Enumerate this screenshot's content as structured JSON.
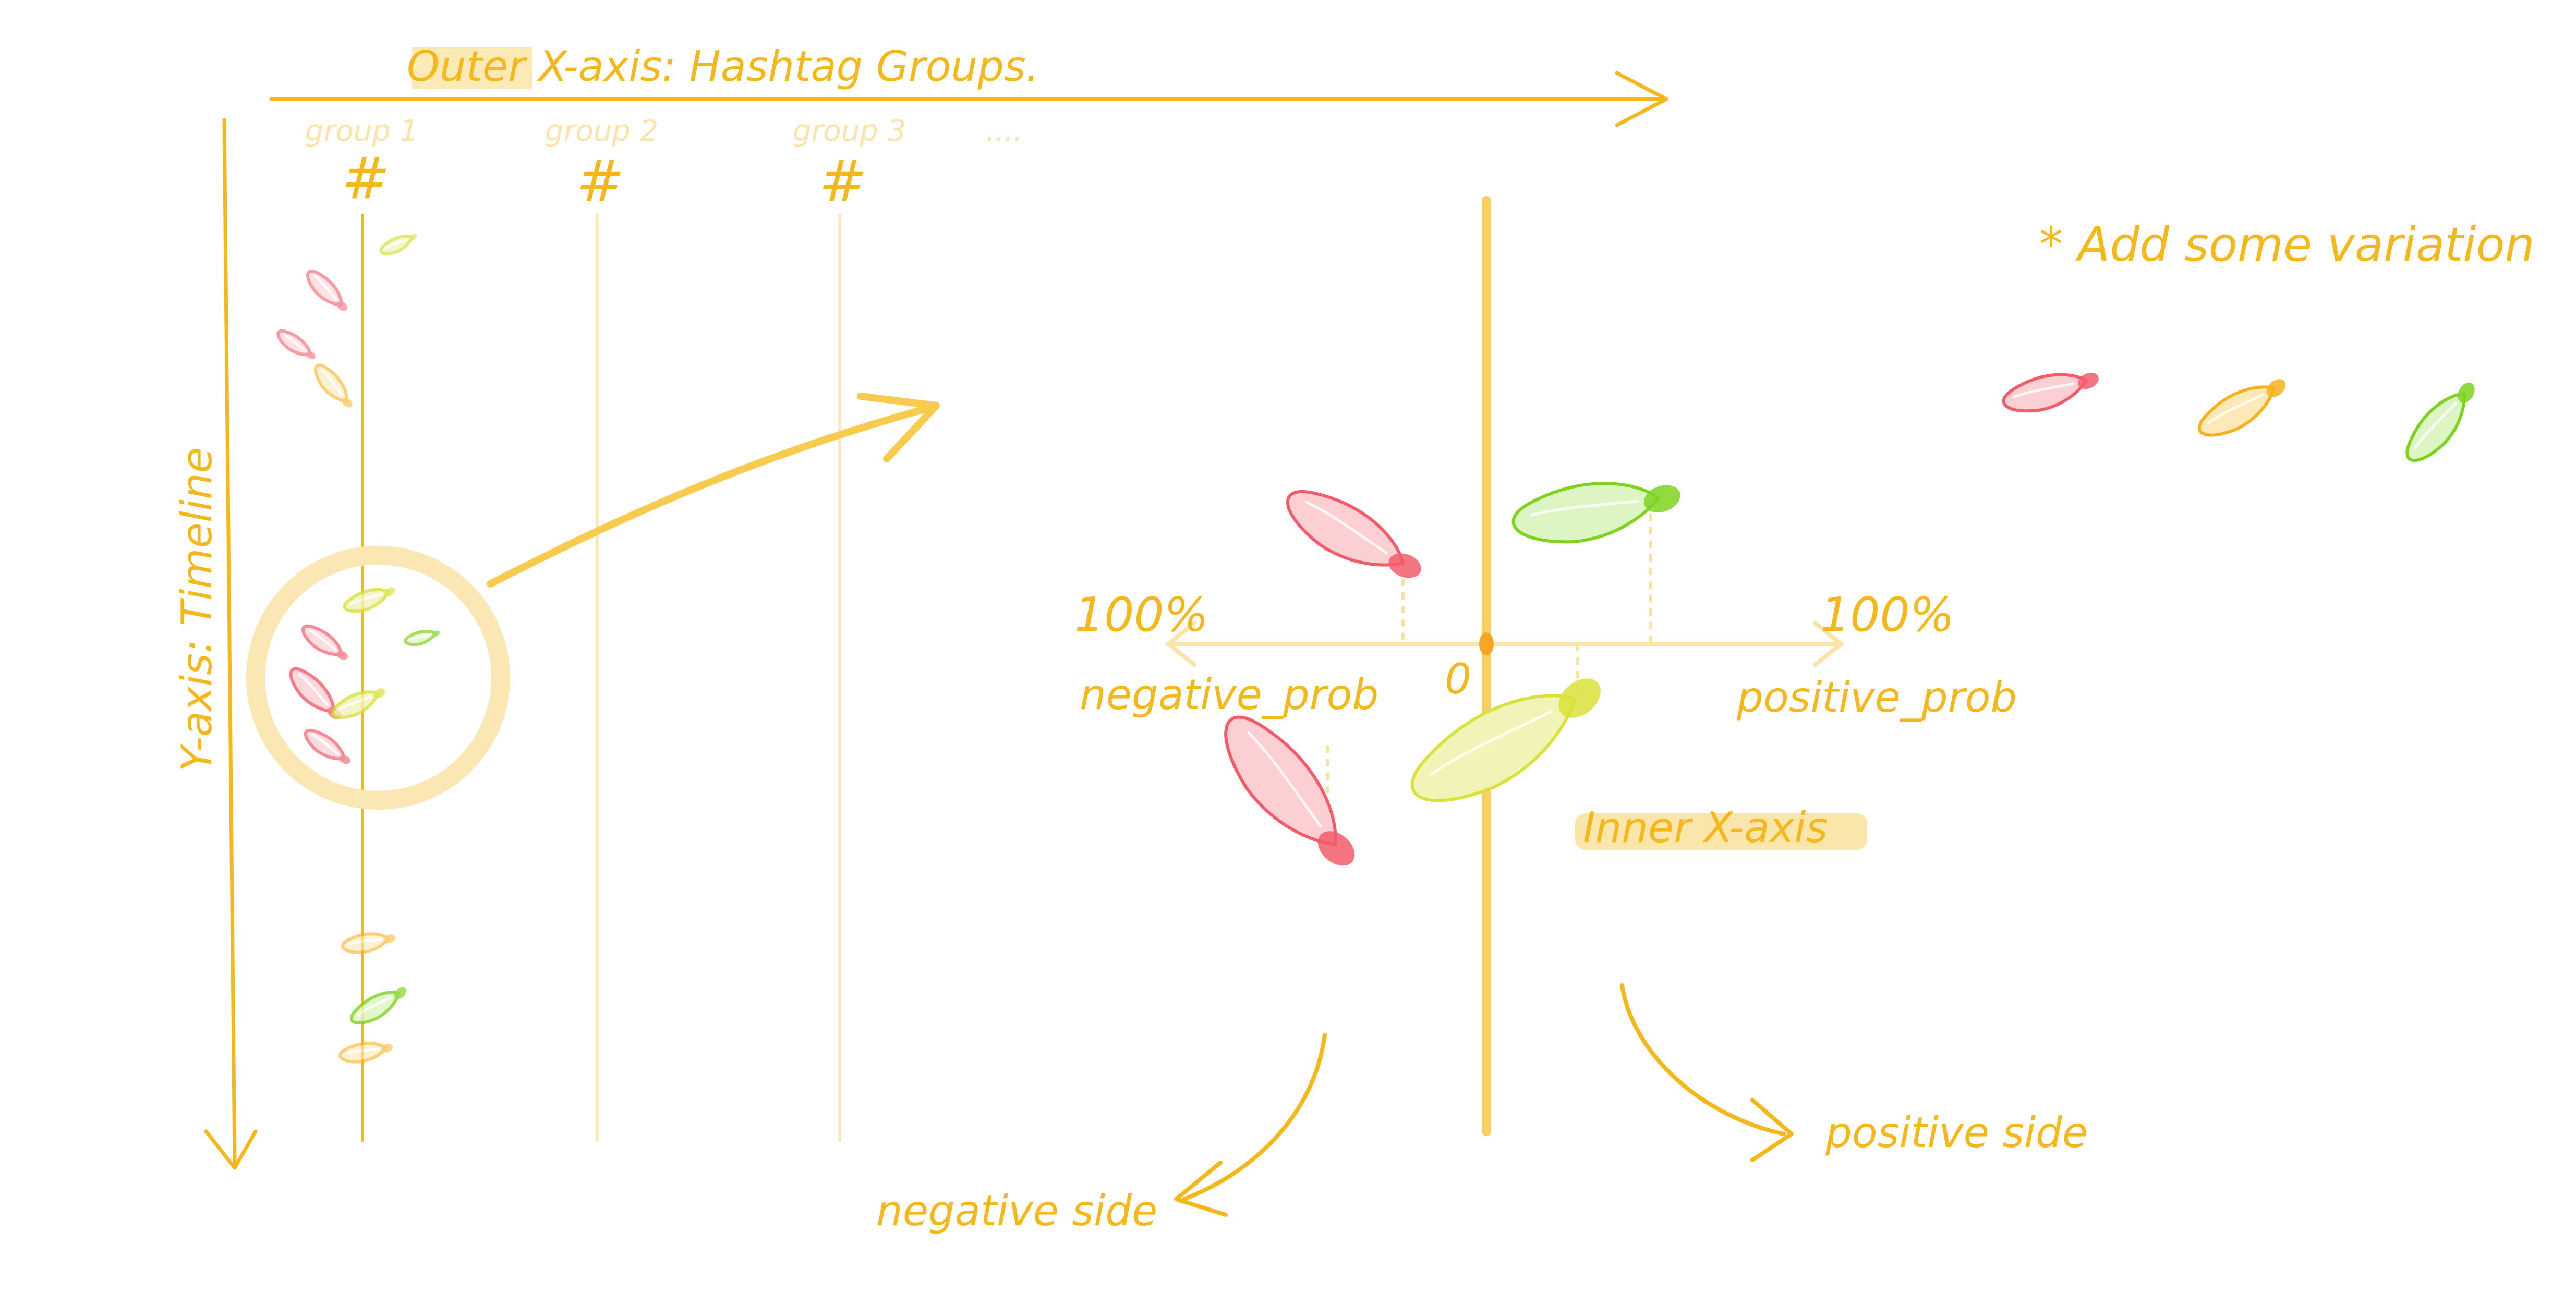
{
  "colors": {
    "axis": "#F5B81C",
    "axis_light": "#FBE4A8",
    "column_line": "#FCE6AE",
    "highlight": "#F8DB86",
    "zoom_circle": "#FBE7B4",
    "negative": "#F25C6B",
    "negative_fill": "#FCD0D3",
    "neutral": "#F5B21E",
    "neutral_fill": "#FDE8B8",
    "positive": "#7ED321",
    "positive_fill": "#DDF5C2",
    "yellowgreen": "#D8E23A",
    "yellowgreen_fill": "#F1F4B6"
  },
  "outer": {
    "x_axis_label": "Outer X-axis: Hashtag Groups.",
    "y_axis_label": "Y-axis: Timeline",
    "groups": [
      {
        "label": "group 1",
        "symbol": "#"
      },
      {
        "label": "group 2",
        "symbol": "#"
      },
      {
        "label": "group 3",
        "symbol": "#"
      }
    ],
    "ellipsis": "...."
  },
  "note": {
    "text": "* Add some variation",
    "samples": [
      "negative",
      "neutral",
      "positive"
    ]
  },
  "inner": {
    "left_max": "100%",
    "right_max": "100%",
    "left_label": "negative_prob",
    "right_label": "positive_prob",
    "zero": "0",
    "inner_axis_label": "Inner X-axis",
    "negative_side": "negative side",
    "positive_side": "positive side"
  }
}
